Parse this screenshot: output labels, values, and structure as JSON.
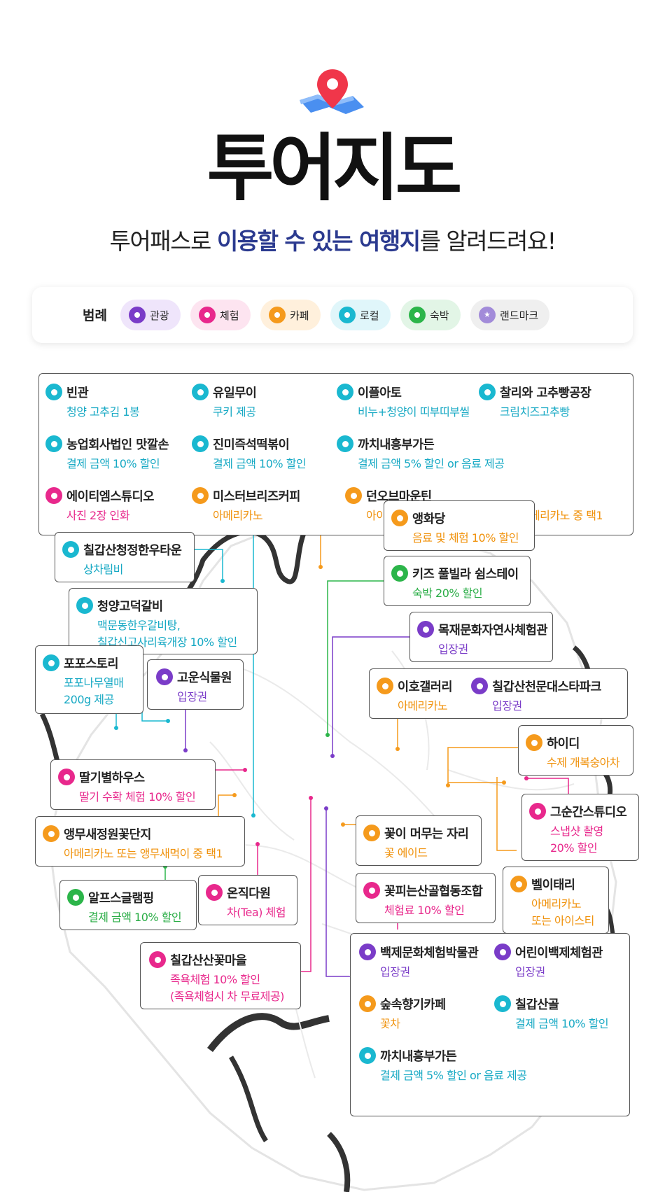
{
  "header": {
    "icon": "map-pin-icon",
    "title": "투어지도",
    "subtitle_prefix": "투어패스로 ",
    "subtitle_highlight": "이용할 수 있는 여행지",
    "subtitle_suffix": "를 알려드려요!"
  },
  "legend": {
    "label": "범례",
    "items": [
      {
        "label": "관광",
        "color": "#7a3cc8",
        "bg": "#efe5fb"
      },
      {
        "label": "체험",
        "color": "#e8288c",
        "bg": "#fde4f0"
      },
      {
        "label": "카페",
        "color": "#f59a1c",
        "bg": "#fff0dc"
      },
      {
        "label": "로컬",
        "color": "#1ab8d0",
        "bg": "#e0f6fa"
      },
      {
        "label": "숙박",
        "color": "#2cb54a",
        "bg": "#e2f5e6"
      },
      {
        "label": "랜드마크",
        "color": "#a28bd9",
        "bg": "#efefef"
      }
    ]
  },
  "colors": {
    "tour": "#7a3cc8",
    "experience": "#e8288c",
    "cafe": "#f59a1c",
    "local": "#1ab8d0",
    "stay": "#2cb54a"
  },
  "places": {
    "binkwan": {
      "name": "빈관",
      "desc": "청양 고추김 1봉"
    },
    "yuilmui": {
      "name": "유일무이",
      "desc": "쿠키 제공"
    },
    "iplato": {
      "name": "이플아토",
      "desc": "비누+청양이 띠부띠부씰"
    },
    "charlie": {
      "name": "찰리와 고추빵공장",
      "desc": "크림치즈고추빵"
    },
    "nongeop": {
      "name": "농업회사법인 맛깔손",
      "desc": "결제 금액 10% 할인"
    },
    "jinmi": {
      "name": "진미즉석떡볶이",
      "desc": "결제 금액 10% 할인"
    },
    "kkachi1": {
      "name": "까치내흥부가든",
      "desc": "결제 금액 5% 할인 or 음료 제공"
    },
    "ateams": {
      "name": "에이티엠스튜디오",
      "desc": "사진 2장 인화"
    },
    "mister": {
      "name": "미스터브리즈커피",
      "desc": "아메리카노"
    },
    "done": {
      "name": "던오브마운틴",
      "desc": "아이스티 or 바닐라아이스크림 or 아메리카노 중 택1"
    },
    "aenghwa": {
      "name": "앵화당",
      "desc": "음료 및 체험 10% 할인"
    },
    "kids": {
      "name": "키즈 풀빌라 쉼스테이",
      "desc": "숙박 20% 할인"
    },
    "mokjae": {
      "name": "목재문화자연사체험관",
      "desc": "입장권"
    },
    "ihogal": {
      "name": "이호갤러리",
      "desc": "아메리카노"
    },
    "star": {
      "name": "칠갑산천문대스타파크",
      "desc": "입장권"
    },
    "haidi": {
      "name": "하이디",
      "desc": "수제 개복숭아차"
    },
    "geusun": {
      "name": "그순간스튜디오",
      "desc1": "스냅샷 촬영",
      "desc2": "20% 할인"
    },
    "bell": {
      "name": "벨이태리",
      "desc1": "아메리카노",
      "desc2": "또는 아이스티"
    },
    "kkot": {
      "name": "꽃이 머무는 자리",
      "desc": "꽃 에이드"
    },
    "kkotpi": {
      "name": "꽃피는산골협동조합",
      "desc": "체험료 10% 할인"
    },
    "chilgap_hanwoo": {
      "name": "칠갑산청정한우타운",
      "desc": "상차림비"
    },
    "godeok": {
      "name": "청양고덕갈비",
      "desc1": "맥문동한우갈비탕,",
      "desc2": "칠갑신고사리육개장 10% 할인"
    },
    "popo": {
      "name": "포포스토리",
      "desc1": "포포나무열매",
      "desc2": "200g 제공"
    },
    "gowoon": {
      "name": "고운식물원",
      "desc": "입장권"
    },
    "ttalgi": {
      "name": "딸기별하우스",
      "desc": "딸기 수확 체험 10% 할인"
    },
    "aengmu": {
      "name": "앵무새정원꽃단지",
      "desc": "아메리카노 또는 앵무새먹이 중 택1"
    },
    "alps": {
      "name": "알프스글램핑",
      "desc": "결제 금액 10% 할인"
    },
    "onjik": {
      "name": "온직다원",
      "desc": "차(Tea) 체험"
    },
    "kkotmaeul": {
      "name": "칠갑산산꽃마을",
      "desc1": "족욕체험 10% 할인",
      "desc2": "(족욕체험시 차 무료제공)"
    },
    "baekje": {
      "name": "백제문화체험박물관",
      "desc": "입장권"
    },
    "eorini": {
      "name": "어린이백제체험관",
      "desc": "입장권"
    },
    "supsok": {
      "name": "숲속향기카페",
      "desc": "꽃차"
    },
    "sangol": {
      "name": "칠갑산골",
      "desc": "결제 금액 10% 할인"
    },
    "kkachi2": {
      "name": "까치내흥부가든",
      "desc": "결제 금액 5% 할인 or 음료 제공"
    }
  }
}
